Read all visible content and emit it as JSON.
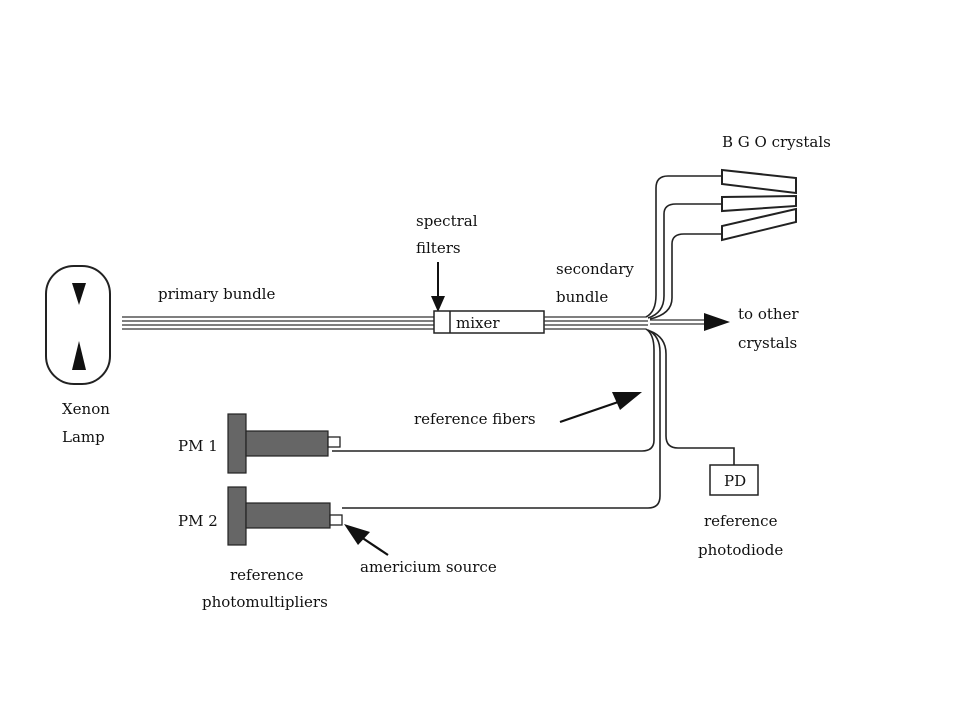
{
  "labels": {
    "bgo_crystals": "B G O crystals",
    "spectral": "spectral",
    "filters": "filters",
    "secondary": "secondary",
    "bundle": "bundle",
    "primary_bundle": "primary bundle",
    "mixer": "mixer",
    "to_other": "to other",
    "crystals": "crystals",
    "xenon": "Xenon",
    "lamp": "Lamp",
    "reference_fibers": "reference fibers",
    "pm1": "PM 1",
    "pm2": "PM 2",
    "pd": "PD",
    "reference_pd_1": "reference",
    "reference_pd_2": "photodiode",
    "americium_source": "americium source",
    "reference_pm_1": "reference",
    "reference_pm_2": "photomultipliers"
  },
  "colors": {
    "line": "#222222",
    "pm_body": "#666666",
    "background": "#ffffff"
  }
}
